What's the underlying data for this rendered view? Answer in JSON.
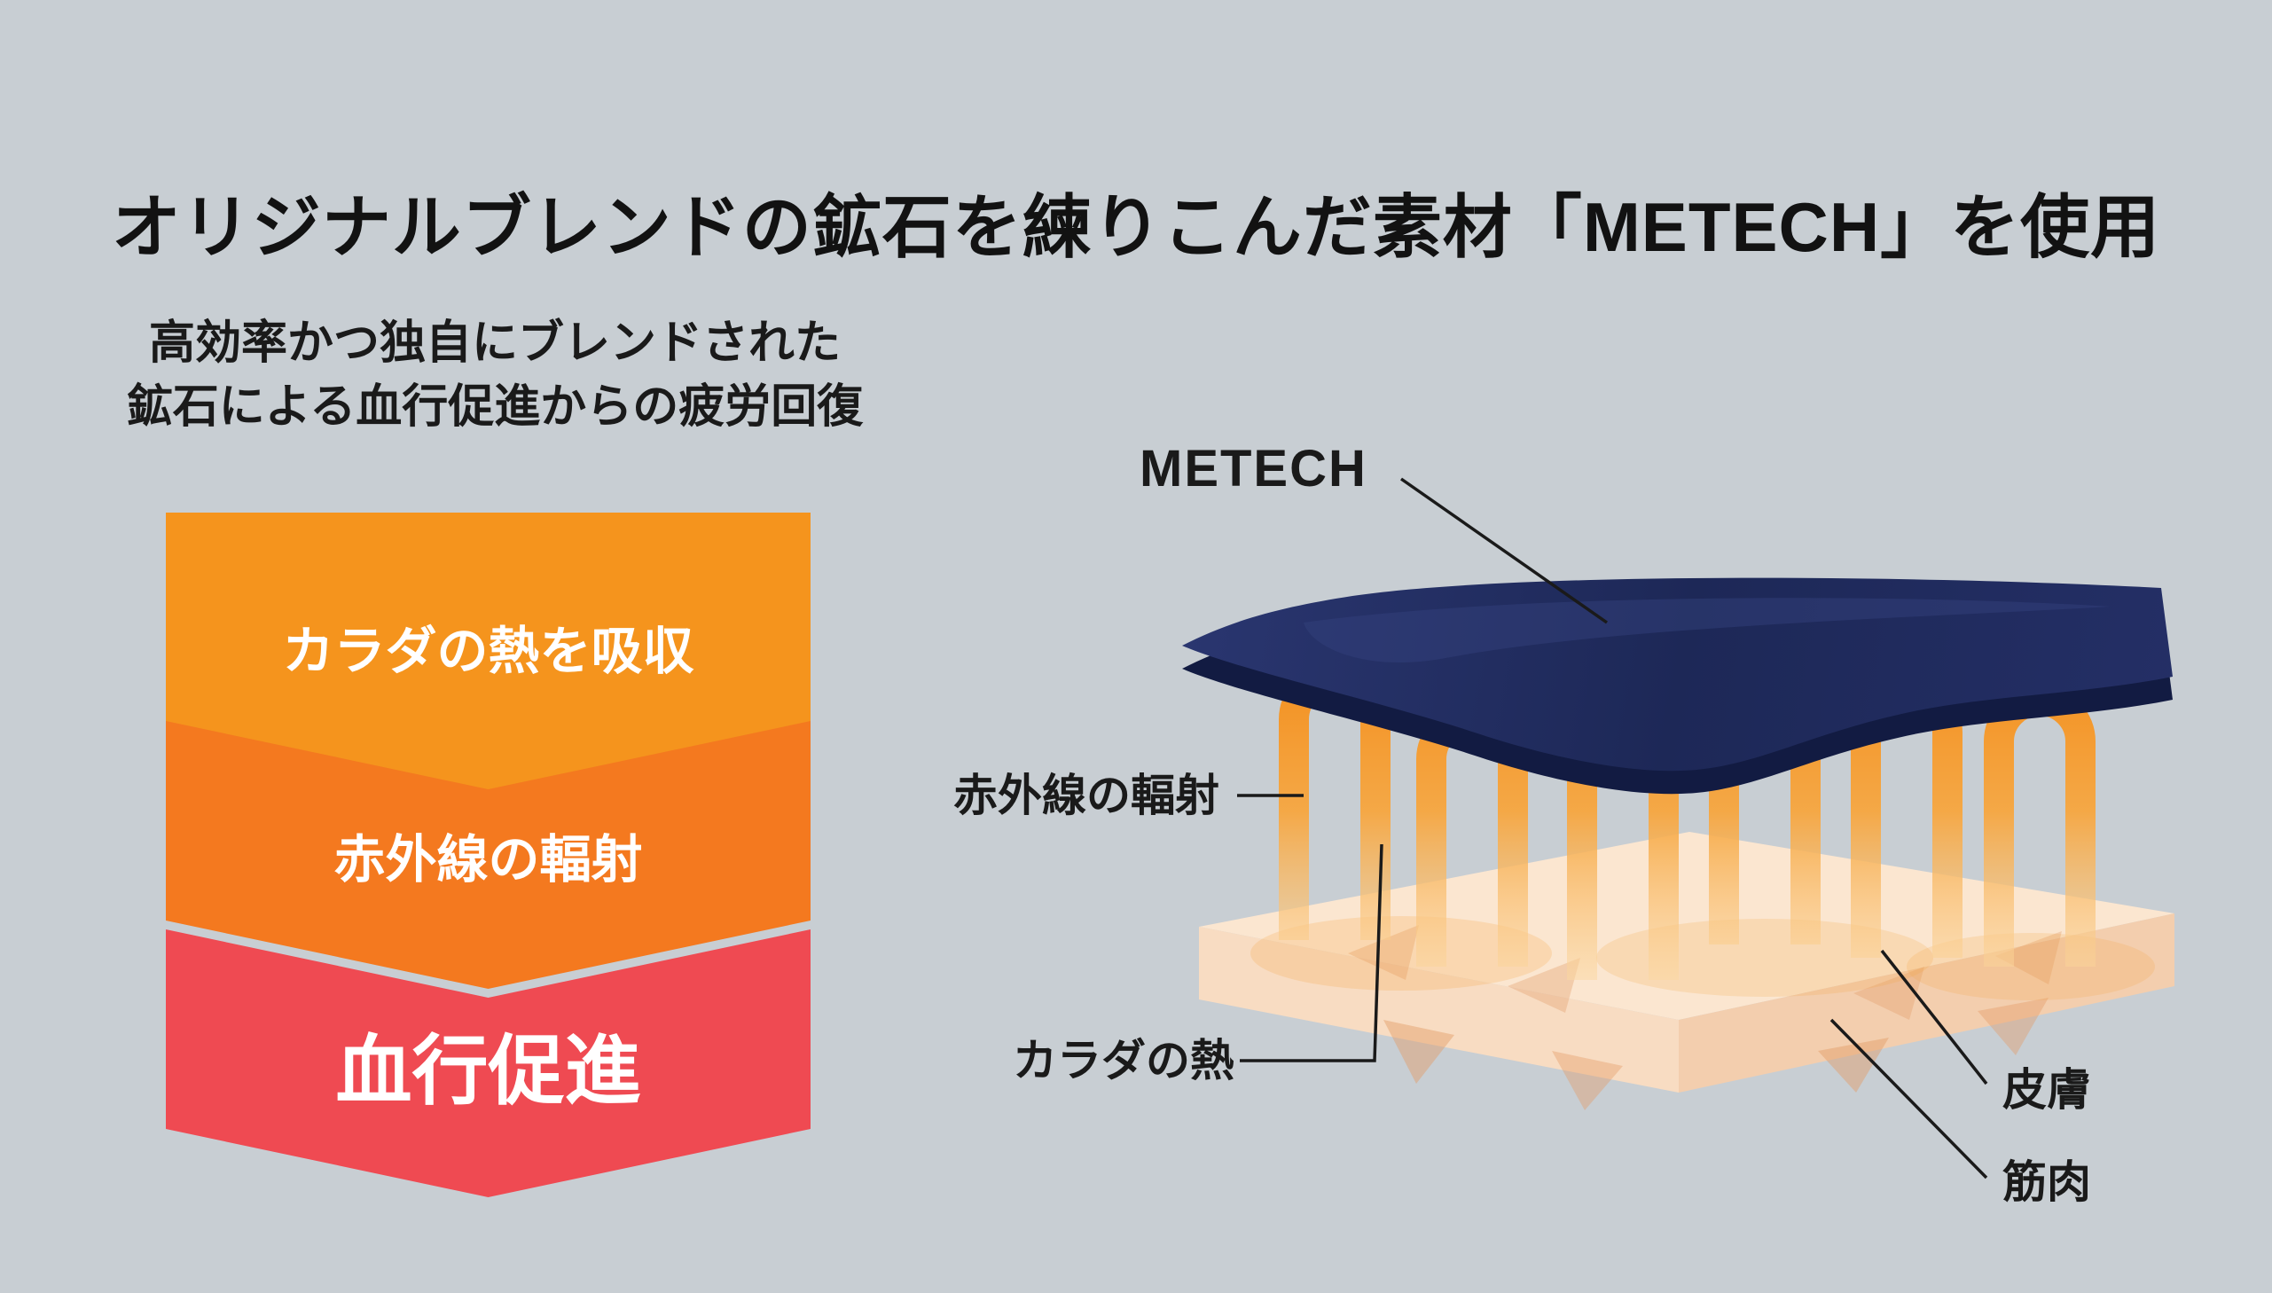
{
  "page": {
    "background": "#C8CED3",
    "title": "オリジナルブレンドの鉱石を練りこんだ素材「METECH」を使用"
  },
  "left": {
    "subtitle": {
      "line1": "高効率かつ独自にブレンドされた",
      "line2": "鉱石による血行促進からの疲労回復"
    },
    "flow_steps": [
      {
        "label": "カラダの熱を吸収",
        "color": "#F5941D"
      },
      {
        "label": "赤外線の輻射",
        "color": "#F4791F"
      },
      {
        "label": "血行促進",
        "color": "#EF4A52"
      }
    ]
  },
  "illustration": {
    "labels": {
      "material": "METECH",
      "infrared": "赤外線の輻射",
      "body_heat": "カラダの熱",
      "skin": "皮膚",
      "muscle": "筋肉"
    },
    "colors": {
      "sheet_navy": "#1E2A5E",
      "loop_orange": "#F28A16",
      "skin_tone": "#FBE6D0"
    }
  }
}
